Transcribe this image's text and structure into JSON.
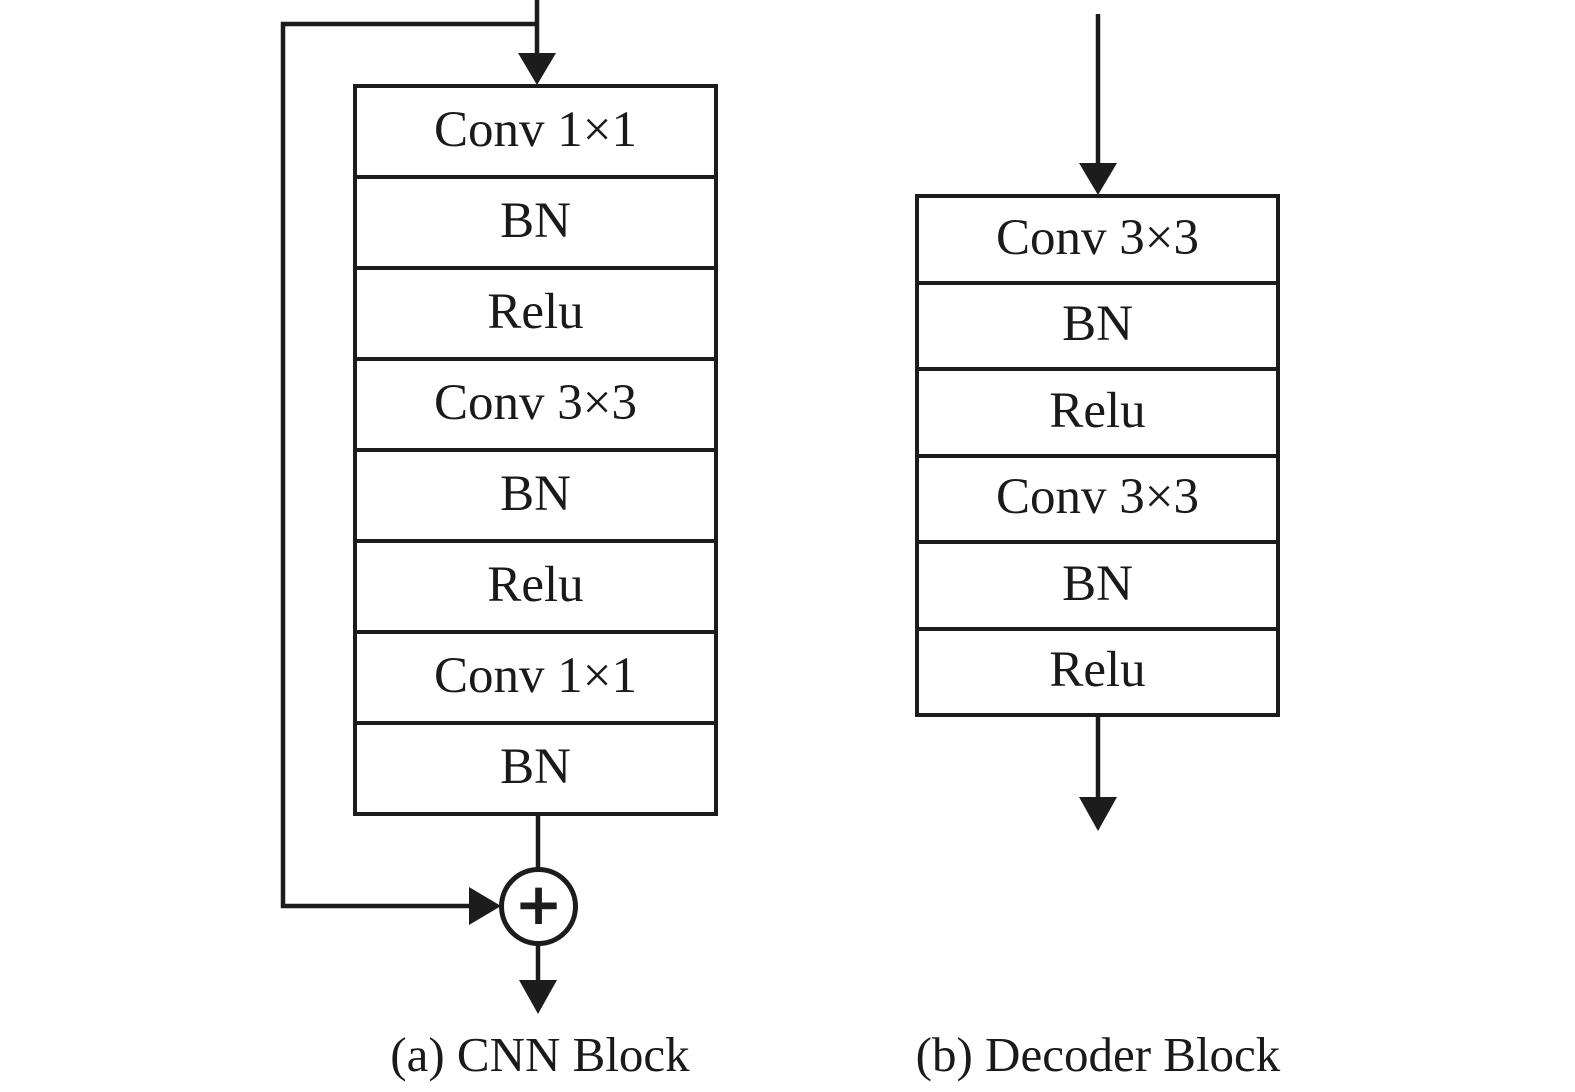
{
  "figure": {
    "background": "#ffffff",
    "line_color": "#1c1c1c",
    "text_color": "#1a1a1a"
  },
  "cnn_block": {
    "caption": "(a) CNN Block",
    "layers": [
      "Conv 1×1",
      "BN",
      "Relu",
      "Conv 3×3",
      "BN",
      "Relu",
      "Conv 1×1",
      "BN"
    ],
    "add_symbol": "+"
  },
  "decoder_block": {
    "caption": "(b) Decoder Block",
    "layers": [
      "Conv 3×3",
      "BN",
      "Relu",
      "Conv 3×3",
      "BN",
      "Relu"
    ]
  }
}
